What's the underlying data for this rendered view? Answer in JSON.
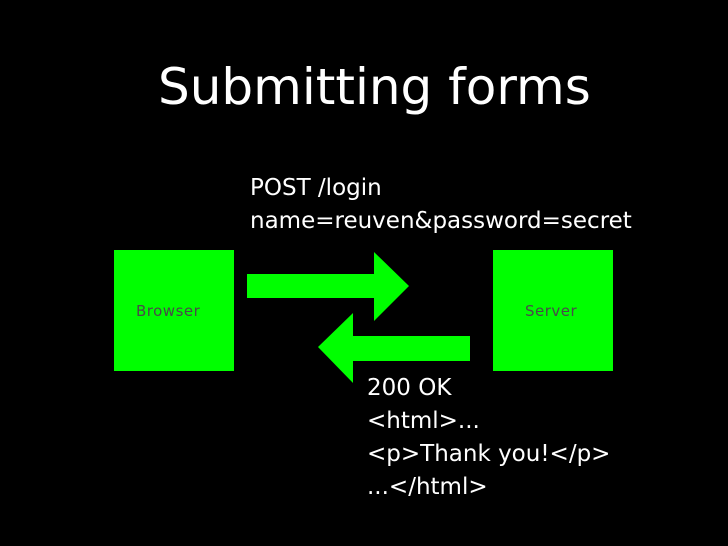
{
  "slide": {
    "title": "Submitting forms"
  },
  "request": {
    "lines": [
      "POST /login",
      "name=reuven&password=secret"
    ]
  },
  "response": {
    "lines": [
      "200 OK",
      "<html>...",
      "<p>Thank you!</p>",
      "...</html>"
    ]
  },
  "nodes": {
    "browser": "Browser",
    "server": "Server"
  },
  "colors": {
    "background": "#000000",
    "accent": "#00ff00",
    "text": "#ffffff",
    "node_label": "#4a4a4a"
  }
}
